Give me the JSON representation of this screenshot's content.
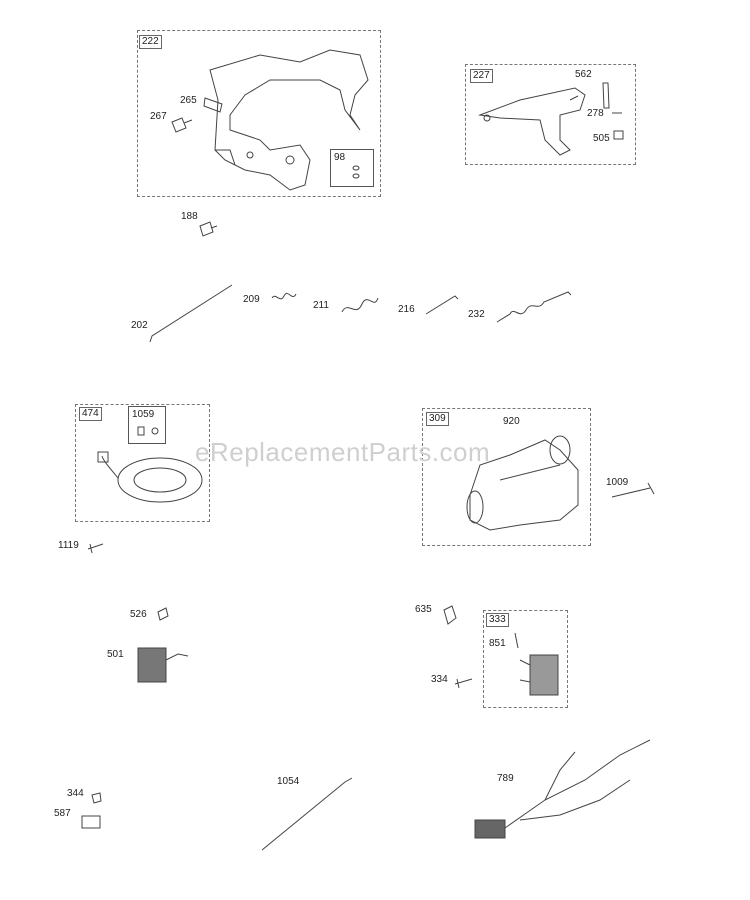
{
  "watermark": "eReplacementParts.com",
  "groups": {
    "g222": "222",
    "g227": "227",
    "g98": "98",
    "g474": "474",
    "g1059": "1059",
    "g309": "309",
    "g333": "333"
  },
  "parts": {
    "p265": "265",
    "p267": "267",
    "p562": "562",
    "p278": "278",
    "p505": "505",
    "p188": "188",
    "p202": "202",
    "p209": "209",
    "p211": "211",
    "p216": "216",
    "p232": "232",
    "p920": "920",
    "p1009": "1009",
    "p1119": "1119",
    "p526": "526",
    "p501": "501",
    "p635": "635",
    "p851": "851",
    "p334": "334",
    "p344": "344",
    "p587": "587",
    "p1054": "1054",
    "p789": "789"
  }
}
